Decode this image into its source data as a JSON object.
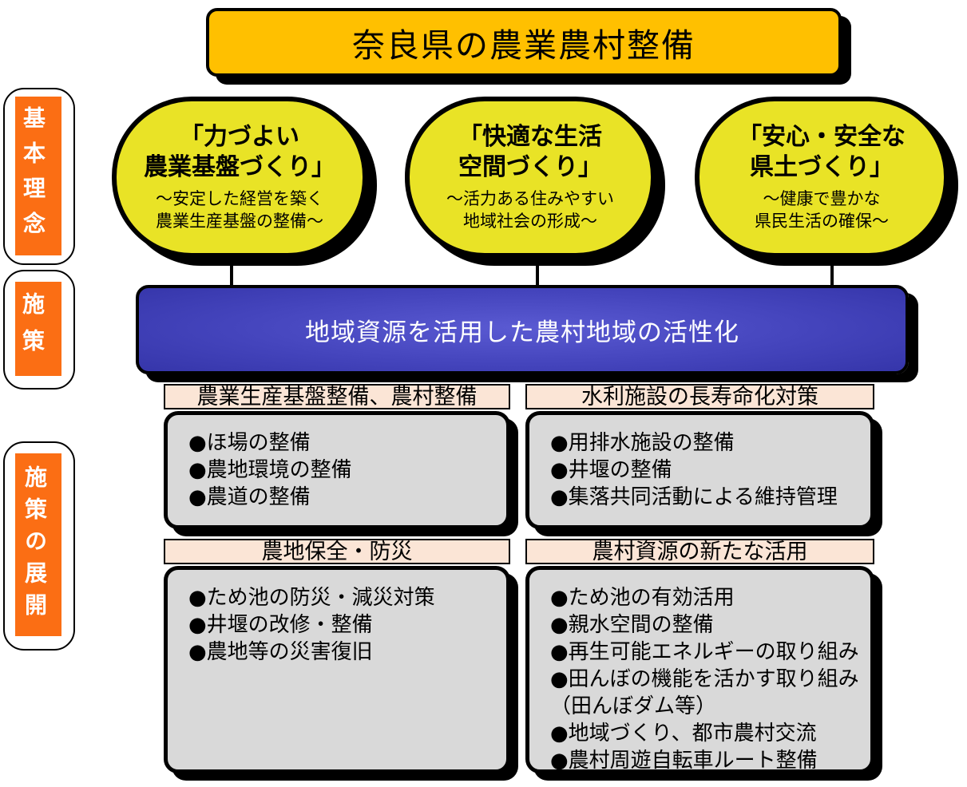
{
  "title": "奈良県の農業農村整備",
  "sidebar": {
    "items": [
      {
        "label": "基本理念"
      },
      {
        "label": "施策"
      },
      {
        "label": "施策の展開"
      }
    ]
  },
  "principles": [
    {
      "title_line1": "「力づよい",
      "title_line2": "農業基盤づくり」",
      "subtitle_line1": "～安定した経営を築く",
      "subtitle_line2": "農業生産基盤の整備～"
    },
    {
      "title_line1": "「快適な生活",
      "title_line2": "空間づくり」",
      "subtitle_line1": "～活力ある住みやすい",
      "subtitle_line2": "地域社会の形成～"
    },
    {
      "title_line1": "「安心・安全な",
      "title_line2": "県土づくり」",
      "subtitle_line1": "～健康で豊かな",
      "subtitle_line2": "県民生活の確保～"
    }
  ],
  "policy_banner": "地域資源を活用した農村地域の活性化",
  "sections": [
    {
      "header": "農業生産基盤整備、農村整備",
      "items": [
        "●ほ場の整備",
        "●農地環境の整備",
        "●農道の整備"
      ]
    },
    {
      "header": "水利施設の長寿命化対策",
      "items": [
        "●用排水施設の整備",
        "●井堰の整備",
        "●集落共同活動による維持管理"
      ]
    },
    {
      "header": "農地保全・防災",
      "items": [
        "●ため池の防災・減災対策",
        "●井堰の改修・整備",
        "●農地等の災害復旧"
      ]
    },
    {
      "header": "農村資源の新たな活用",
      "items": [
        "●ため池の有効活用",
        "●親水空間の整備",
        "●再生可能エネルギーの取り組み",
        "●田んぼの機能を活かす取り組み",
        "（田んぼダム等）",
        "●地域づくり、都市農村交流",
        "●農村周遊自転車ルート整備"
      ]
    }
  ],
  "colors": {
    "title_bg": "#FFC000",
    "bubble_bg": "#E9E326",
    "sidebar_bg": "#FB6E14",
    "banner_blue_dark": "#3434A8",
    "banner_blue_light": "#5A5AD2",
    "section_header_bg": "#FBE5D6",
    "content_box_bg": "#D9D9D9",
    "outline": "#000000",
    "background": "#FFFFFF"
  }
}
